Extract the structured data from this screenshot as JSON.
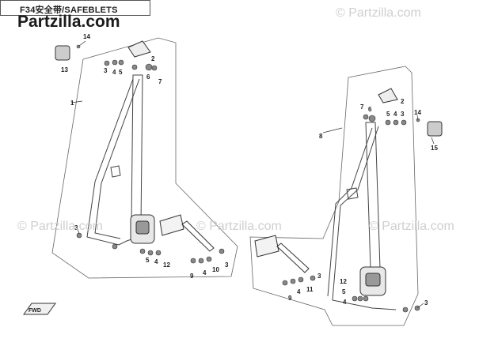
{
  "header": {
    "title": "F34安全带/SAFEBLETS"
  },
  "watermarks": {
    "main": "Partzilla.com",
    "tile": "© Partzilla.com"
  },
  "callouts": {
    "left": {
      "c14": "14",
      "c13": "13",
      "c2": "2",
      "c3": "3",
      "c4": "4",
      "c5": "5",
      "c6": "6",
      "c7": "7",
      "c1": "1",
      "c3b": "3",
      "c5b": "5",
      "c4b": "4",
      "c12": "12",
      "c9": "9",
      "c4c": "4",
      "c10": "10",
      "c3c": "3"
    },
    "right": {
      "c2": "2",
      "c7": "7",
      "c6": "6",
      "c5": "5",
      "c4": "4",
      "c3": "3",
      "c14": "14",
      "c15": "15",
      "c8": "8",
      "c4b": "4",
      "c9": "9",
      "c11": "11",
      "c3b": "3",
      "c12": "12",
      "c5b": "5",
      "c4c": "4",
      "c3c": "3"
    },
    "fwd": "FWD"
  },
  "colors": {
    "line": "#333333",
    "part": "#555555",
    "watermark": "#cfcfcf"
  }
}
